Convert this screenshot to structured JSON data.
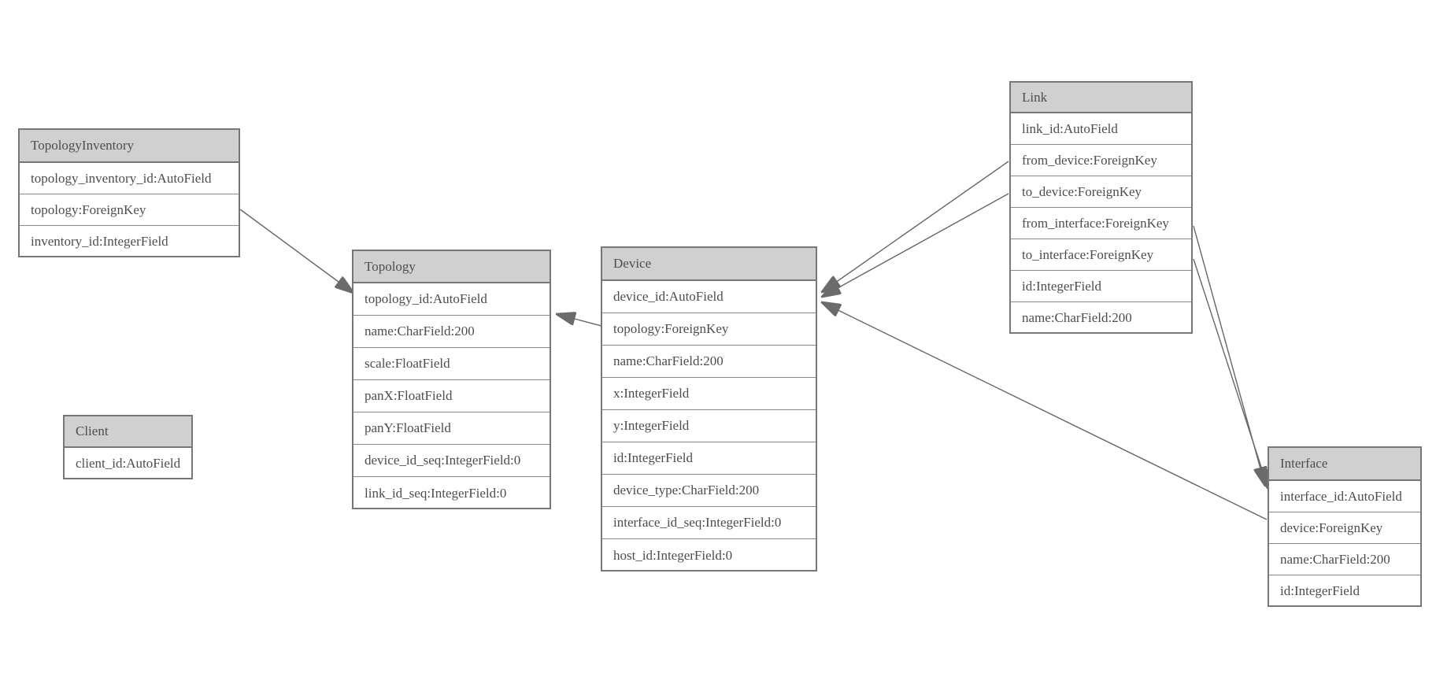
{
  "diagram": {
    "background_color": "#ffffff",
    "header_fill_color": "#d0d0d0",
    "border_color": "#777777",
    "text_color": "#4d4d4d",
    "edge_color": "#666666"
  },
  "entities": [
    {
      "name": "TopologyInventory",
      "fields": [
        "topology_inventory_id:AutoField",
        "topology:ForeignKey",
        "inventory_id:IntegerField"
      ]
    },
    {
      "name": "Topology",
      "fields": [
        "topology_id:AutoField",
        "name:CharField:200",
        "scale:FloatField",
        "panX:FloatField",
        "panY:FloatField",
        "device_id_seq:IntegerField:0",
        "link_id_seq:IntegerField:0"
      ]
    },
    {
      "name": "Client",
      "fields": [
        "client_id:AutoField"
      ]
    },
    {
      "name": "Device",
      "fields": [
        "device_id:AutoField",
        "topology:ForeignKey",
        "name:CharField:200",
        "x:IntegerField",
        "y:IntegerField",
        "id:IntegerField",
        "device_type:CharField:200",
        "interface_id_seq:IntegerField:0",
        "host_id:IntegerField:0"
      ]
    },
    {
      "name": "Link",
      "fields": [
        "link_id:AutoField",
        "from_device:ForeignKey",
        "to_device:ForeignKey",
        "from_interface:ForeignKey",
        "to_interface:ForeignKey",
        "id:IntegerField",
        "name:CharField:200"
      ]
    },
    {
      "name": "Interface",
      "fields": [
        "interface_id:AutoField",
        "device:ForeignKey",
        "name:CharField:200",
        "id:IntegerField"
      ]
    }
  ],
  "relations": [
    {
      "from": "TopologyInventory.topology",
      "to": "Topology"
    },
    {
      "from": "Device.topology",
      "to": "Topology"
    },
    {
      "from": "Link.from_device",
      "to": "Device"
    },
    {
      "from": "Link.to_device",
      "to": "Device"
    },
    {
      "from": "Interface.device",
      "to": "Device"
    },
    {
      "from": "Link.from_interface",
      "to": "Interface"
    },
    {
      "from": "Link.to_interface",
      "to": "Interface"
    }
  ]
}
